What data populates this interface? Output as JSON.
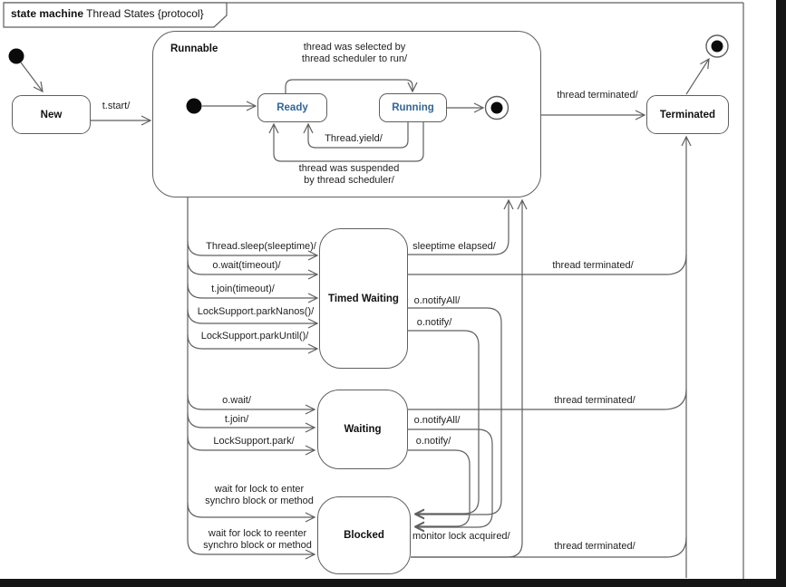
{
  "frame": {
    "title_bold": "state machine",
    "title_rest": " Thread States {protocol}"
  },
  "states": {
    "new": "New",
    "runnable": "Runnable",
    "ready": "Ready",
    "running": "Running",
    "timed_waiting": "Timed Waiting",
    "waiting": "Waiting",
    "blocked": "Blocked",
    "terminated": "Terminated"
  },
  "transitions": {
    "t_start": "t.start/",
    "selected_line1": "thread was selected by",
    "selected_line2": "thread scheduler to run/",
    "yield": "Thread.yield/",
    "suspended_line1": "thread was suspended",
    "suspended_line2": "by thread scheduler/",
    "runnable_terminated": "thread terminated/",
    "sleep": "Thread.sleep(sleeptime)/",
    "wait_timeout": "o.wait(timeout)/",
    "join_timeout": "t.join(timeout)/",
    "park_nanos": "LockSupport.parkNanos()/",
    "park_until": "LockSupport.parkUntil()/",
    "sleeptime_elapsed": "sleeptime elapsed/",
    "tw_thread_terminated": "thread terminated/",
    "tw_notify_all": "o.notifyAll/",
    "tw_notify": "o.notify/",
    "o_wait": "o.wait/",
    "t_join": "t.join/",
    "lock_support_park": "LockSupport.park/",
    "w_thread_terminated": "thread terminated/",
    "w_notify_all": "o.notifyAll/",
    "w_notify": "o.notify/",
    "enter_line1": "wait for lock to enter",
    "enter_line2": "synchro block or method",
    "reenter_line1": "wait for lock to reenter",
    "reenter_line2": "synchro block or method",
    "monitor_lock": "monitor lock acquired/",
    "b_thread_terminated": "thread terminated/"
  },
  "colors": {
    "substate_label": "#336699",
    "line": "#5f5f5f",
    "background": "#ffffff"
  }
}
